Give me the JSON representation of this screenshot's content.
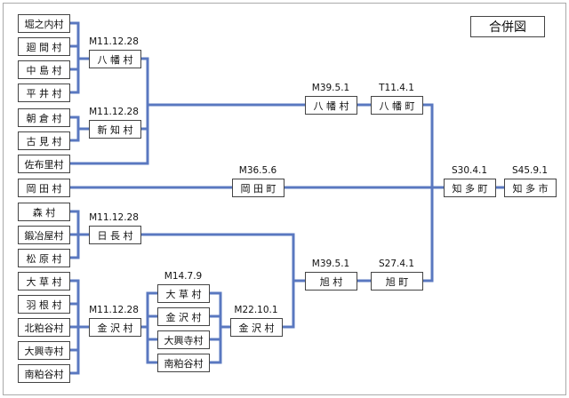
{
  "title": "合併図",
  "colors": {
    "line": "#5a78c0",
    "box_border": "#444444",
    "frame": "#aaaaaa",
    "text": "#111111"
  },
  "nodes": {
    "horinouchi": "堀之内村",
    "sakoma": "廻 間 村",
    "nakajima": "中 島 村",
    "hirai": "平 井 村",
    "asakura": "朝 倉 村",
    "furumi": "古 見 村",
    "sabuiri": "佐布里村",
    "okada_v": "岡 田 村",
    "mori": "森 村",
    "kajiya": "鍛冶屋村",
    "matsubara": "松 原 村",
    "okusa_v": "大 草 村",
    "hane": "羽 根 村",
    "kitakasuya": "北粕谷村",
    "oookiji": "大興寺村",
    "minamikasuya": "南粕谷村",
    "yawata1": "八 幡 村",
    "shinchi": "新 知 村",
    "hinaga": "日 長 村",
    "kanazawa1": "金 沢 村",
    "okusa2": "大 草 村",
    "kanazawa2": "金 沢 村",
    "oookiji2": "大興寺村",
    "minamikasuya2": "南粕谷村",
    "kanazawa3": "金 沢 村",
    "yawata2": "八 幡 村",
    "yawata_town": "八 幡 町",
    "okada_town": "岡 田 町",
    "asahi_v": "旭 村",
    "asahi_town": "旭 町",
    "chita_town": "知 多 町",
    "chita_city": "知 多 市"
  },
  "dates": {
    "yawata1": "M11.12.28",
    "shinchi": "M11.12.28",
    "hinaga": "M11.12.28",
    "kanazawa1": "M11.12.28",
    "group2": "M14.7.9",
    "kanazawa3": "M22.10.1",
    "yawata2": "M39.5.1",
    "yawata_town": "T11.4.1",
    "okada_town": "M36.5.6",
    "asahi_v": "M39.5.1",
    "asahi_town": "S27.4.1",
    "chita_town": "S30.4.1",
    "chita_city": "S45.9.1"
  }
}
